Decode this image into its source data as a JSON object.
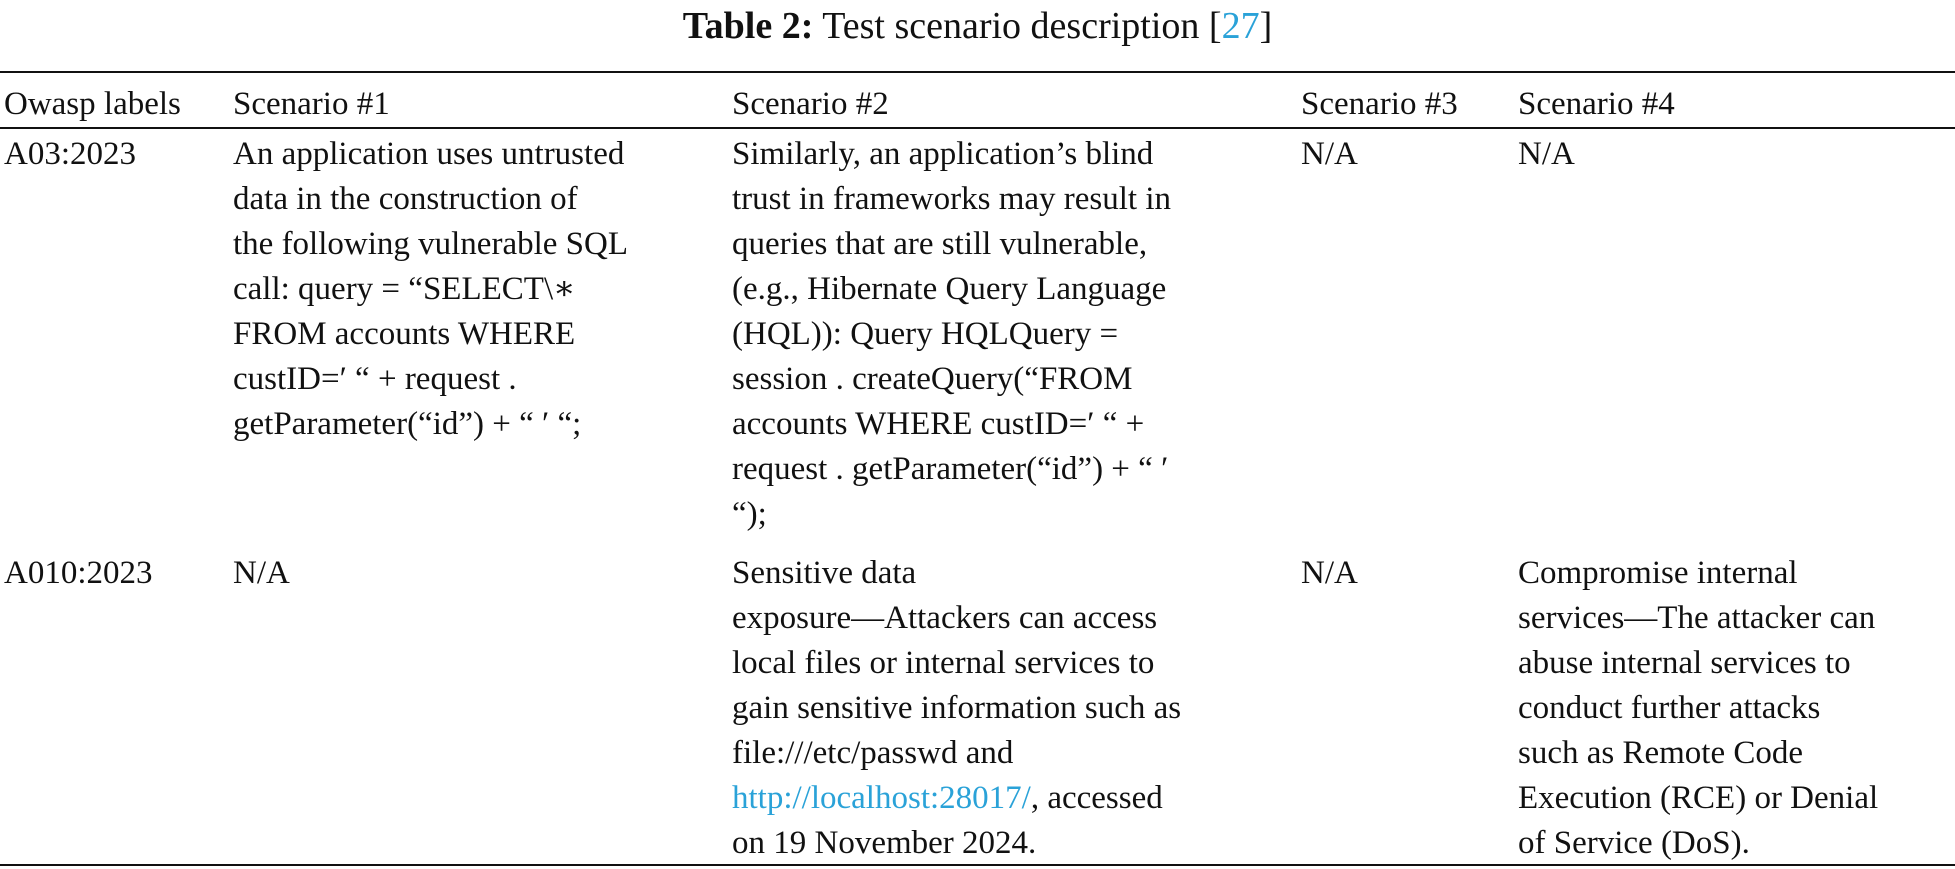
{
  "caption": {
    "label": "Table 2:",
    "text": "Test scenario description [",
    "citation": "27",
    "close": "]"
  },
  "table": {
    "headers": [
      "Owasp labels",
      "Scenario #1",
      "Scenario #2",
      "Scenario #3",
      "Scenario #4"
    ],
    "rows": [
      {
        "label": "A03:2023",
        "scenario1": [
          "An application uses untrusted",
          "data in the construction of",
          "the following vulnerable SQL",
          "call: query = “SELECT\\∗",
          "FROM accounts WHERE",
          "custID=′ “ + request .",
          "getParameter(“id”) + “ ′ “;"
        ],
        "scenario2": [
          "Similarly, an application’s blind",
          "trust in frameworks may result in",
          "queries that are still vulnerable,",
          "(e.g., Hibernate Query Language",
          "(HQL)): Query HQLQuery =",
          "session . createQuery(“FROM",
          "accounts WHERE custID=′ “ +",
          "request . getParameter(“id”) + “ ′",
          "“);"
        ],
        "scenario3": "N/A",
        "scenario4": "N/A"
      },
      {
        "label": "A010:2023",
        "scenario1": "N/A",
        "scenario2": {
          "lines_before": [
            "Sensitive data",
            "exposure—Attackers can access",
            "local files or internal services to",
            "gain sensitive information such as",
            "file:///etc/passwd and"
          ],
          "link": "http://localhost:28017/",
          "after_link": ", accessed",
          "last_line": "on 19 November 2024."
        },
        "scenario3": "N/A",
        "scenario4": [
          "Compromise internal",
          "services—The attacker can",
          "abuse internal services to",
          "conduct further attacks",
          "such as Remote Code",
          "Execution (RCE) or Denial",
          "of Service (DoS)."
        ]
      }
    ]
  }
}
